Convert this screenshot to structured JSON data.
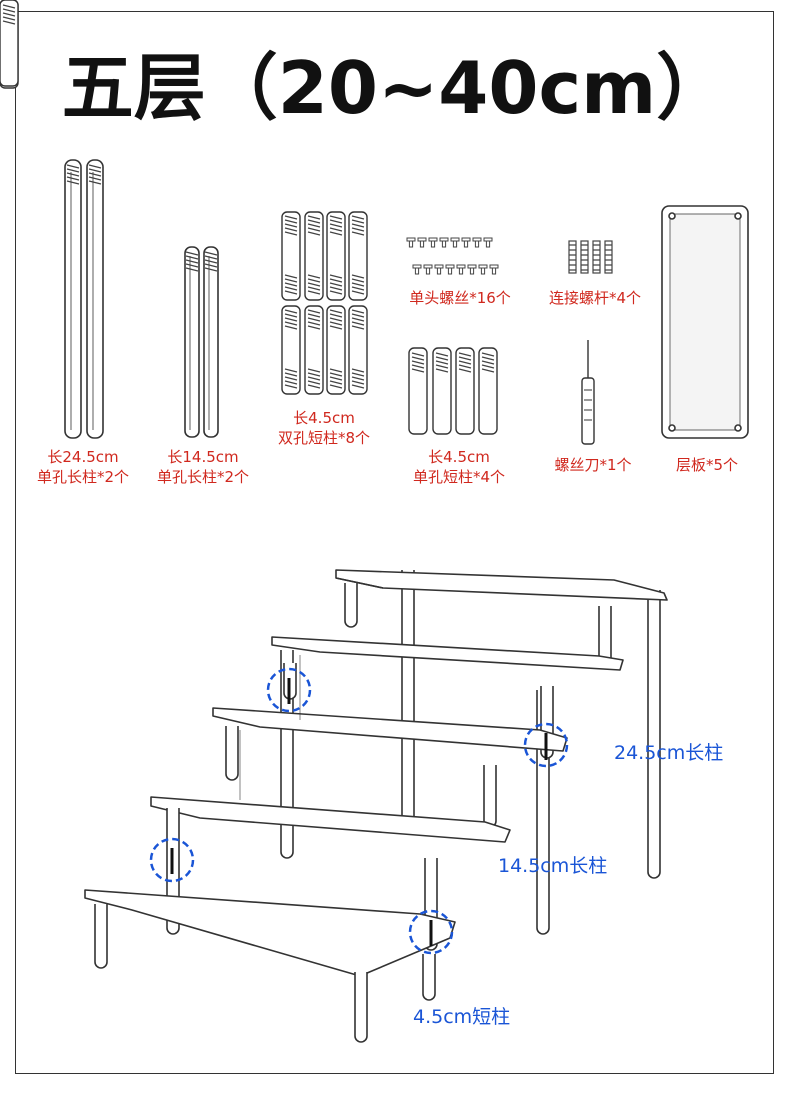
{
  "title": "五层（20~40cm）",
  "parts": [
    {
      "line1": "长24.5cm",
      "line2": "单孔长柱*2个"
    },
    {
      "line1": "长14.5cm",
      "line2": "单孔长柱*2个"
    },
    {
      "line1": "长4.5cm",
      "line2": "双孔短柱*8个"
    },
    {
      "line1": "单头螺丝*16个"
    },
    {
      "line1": "连接螺杆*4个"
    },
    {
      "line1": "长4.5cm",
      "line2": "单孔短柱*4个"
    },
    {
      "line1": "螺丝刀*1个"
    },
    {
      "line1": "层板*5个"
    }
  ],
  "diagram_labels": {
    "long_pillar": "24.5cm长柱",
    "mid_pillar": "14.5cm长柱",
    "short_pillar": "4.5cm短柱"
  },
  "colors": {
    "part_label": "#d0281e",
    "diagram_label": "#1a55d6",
    "line": "#333333"
  }
}
